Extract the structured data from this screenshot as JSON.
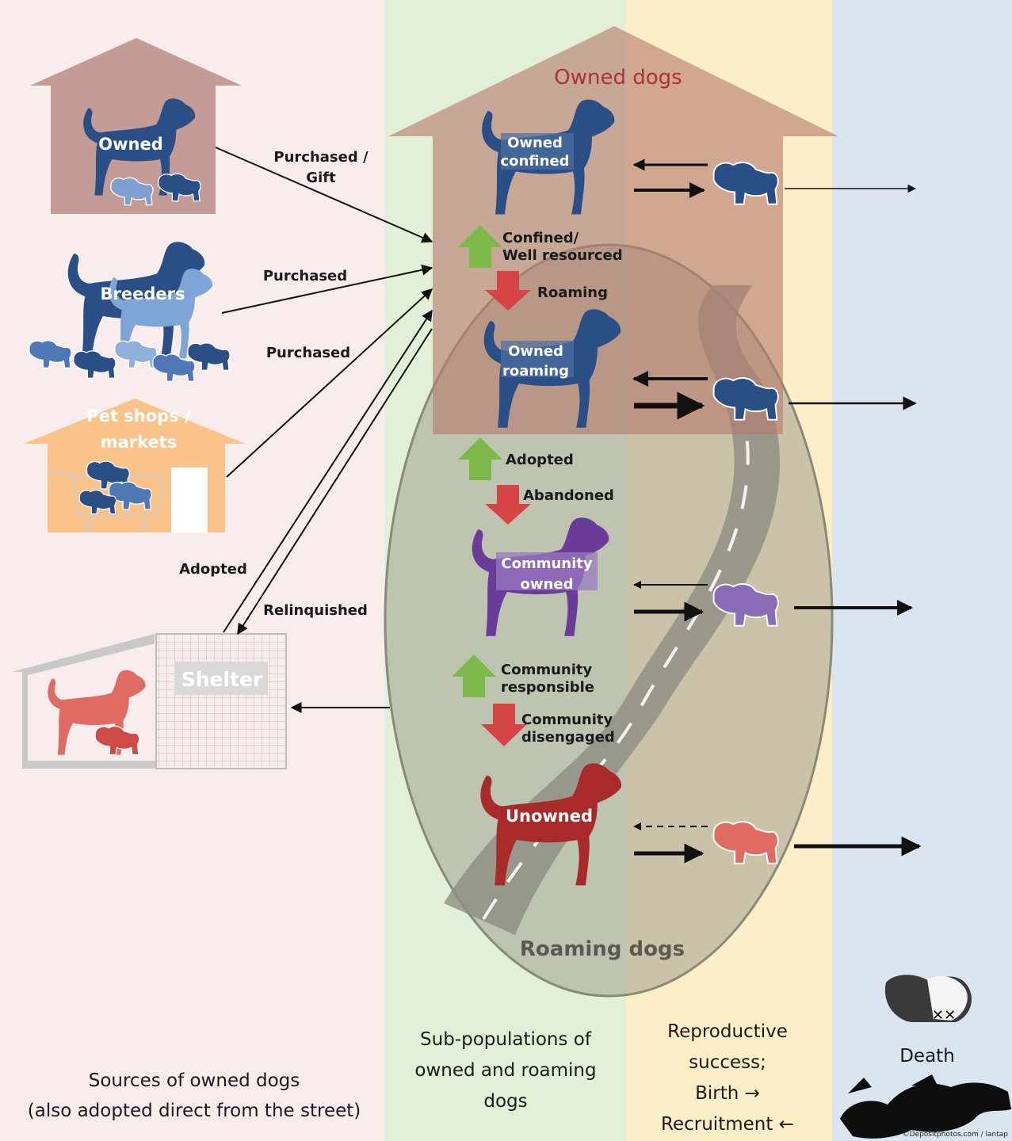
{
  "columns": {
    "sources_caption_1": "Sources of owned dogs",
    "sources_caption_2": "(also adopted direct from the street)",
    "subpop_caption_1": "Sub-populations of",
    "subpop_caption_2": "owned and roaming",
    "subpop_caption_3": "dogs",
    "repro_caption_1": "Reproductive",
    "repro_caption_2": "success;",
    "repro_caption_3": "Birth →",
    "repro_caption_4": "Recruitment ←",
    "death_caption": "Death"
  },
  "regions": {
    "owned_dogs_title": "Owned dogs",
    "roaming_dogs_title": "Roaming dogs"
  },
  "sources": {
    "owned_label": "Owned",
    "breeders_label": "Breeders",
    "petshops_label_1": "Pet shops /",
    "petshops_label_2": "markets",
    "shelter_label": "Shelter"
  },
  "subpops": {
    "owned_confined_1": "Owned",
    "owned_confined_2": "confined",
    "owned_roaming_1": "Owned",
    "owned_roaming_2": "roaming",
    "community_owned_1": "Community",
    "community_owned_2": "owned",
    "unowned": "Unowned"
  },
  "transitions": {
    "purchased_gift_1": "Purchased /",
    "purchased_gift_2": "Gift",
    "purchased_breeders": "Purchased",
    "purchased_petshops": "Purchased",
    "adopted_shelter": "Adopted",
    "relinquished": "Relinquished",
    "confined_1": "Confined/",
    "confined_2": "Well resourced",
    "roaming": "Roaming",
    "adopted": "Adopted",
    "abandoned": "Abandoned",
    "community_responsible_1": "Community",
    "community_responsible_2": "responsible",
    "community_disengaged_1": "Community",
    "community_disengaged_2": "disengaged"
  },
  "credit": "©Depositphotos.com / lantap",
  "colors": {
    "sources_bg": "#f9ecec",
    "subpop_bg": "#e3f0d8",
    "repro_bg": "#fcefc8",
    "death_bg": "#dbe5f1",
    "owned_house": "#c49b95",
    "dog_blue": "#2a4f86",
    "dog_purple": "#6a3b97",
    "dog_red": "#a82a2a",
    "arrow_up": "#7cb94a",
    "arrow_down": "#d64545"
  }
}
